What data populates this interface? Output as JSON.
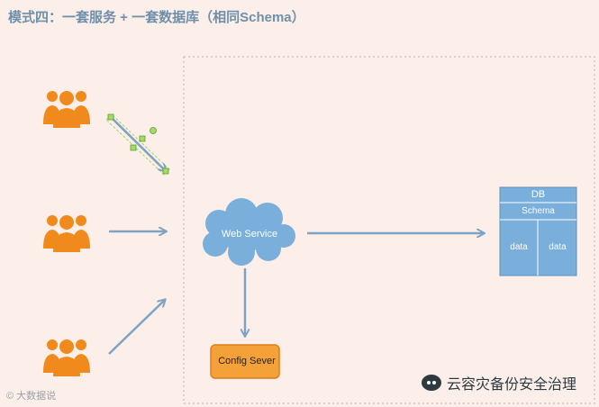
{
  "title": "模式四：一套服务 + 一套数据库（相同Schema）",
  "nodes": {
    "web_service": "Web Service",
    "config_server": "Config Sever",
    "db": {
      "title": "DB",
      "schema": "Schema",
      "data_left": "data",
      "data_right": "data"
    }
  },
  "colors": {
    "user_icon": "#f08a1c",
    "arrow": "#7ea3c5",
    "cloud": "#7aaedb",
    "db_fill": "#7aaedb",
    "config_box": "#f5a13a",
    "background": "#fcefe9"
  },
  "icons": [
    "users-group-icon",
    "arrow-icon",
    "cloud-icon",
    "database-icon",
    "wechat-icon"
  ],
  "watermark": "© 大数据说",
  "brand": "云容灾备份安全治理"
}
